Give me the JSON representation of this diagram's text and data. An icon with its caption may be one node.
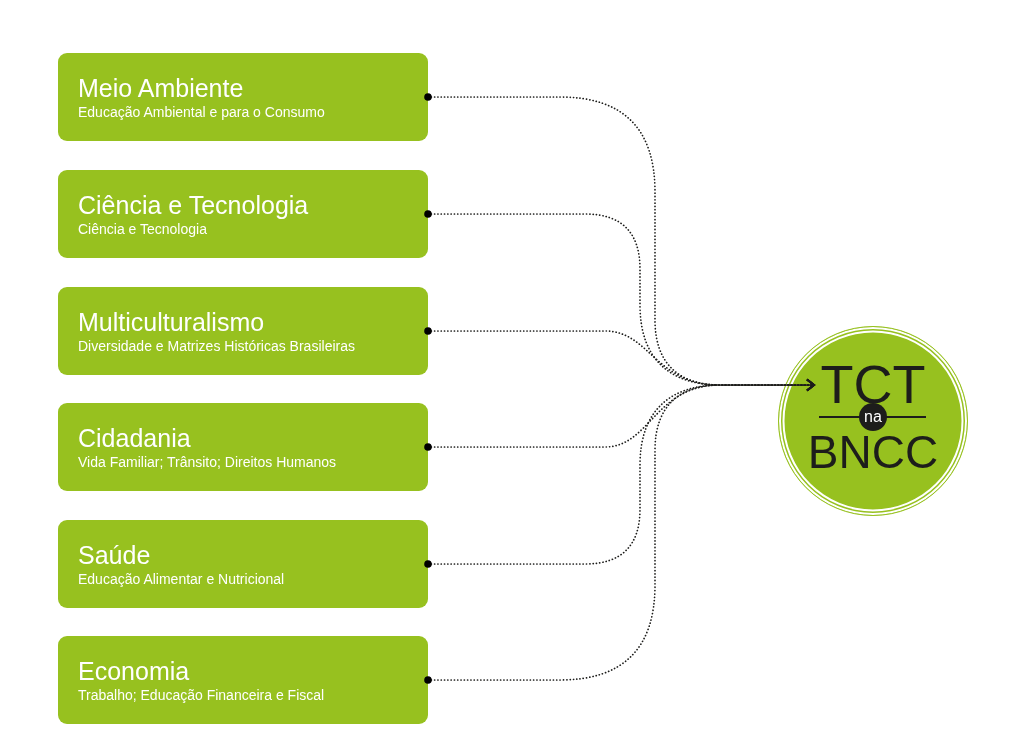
{
  "diagram": {
    "nodes": [
      {
        "text": [
          "Meio Ambiente",
          "Educação Ambiental e para o Consumo"
        ]
      },
      {
        "text": [
          "Ciência e Tecnologia",
          "Ciência e Tecnologia"
        ]
      },
      {
        "text": [
          "Multiculturalismo",
          "Diversidade e Matrizes Históricas Brasileiras"
        ]
      },
      {
        "text": [
          "Cidadania",
          "Vida Familiar; Trânsito; Direitos Humanos"
        ]
      },
      {
        "text": [
          "Saúde",
          "Educação Alimentar e Nutricional"
        ]
      },
      {
        "text": [
          "Economia",
          "Trabalho; Educação Financeira e Fiscal"
        ]
      },
      {
        "text": [
          "TCT",
          "BNCC"
        ]
      },
      {
        "text": [
          "na"
        ],
        "in": 6
      }
    ],
    "edges": [
      {
        "from": 0,
        "to": 6,
        "arrow": "to",
        "style": "dashed"
      },
      {
        "from": 1,
        "to": 6,
        "arrow": "to",
        "style": "dashed"
      },
      {
        "from": 2,
        "to": 6,
        "arrow": "to",
        "style": "dashed"
      },
      {
        "from": 3,
        "to": 6,
        "arrow": "to",
        "style": "dashed"
      },
      {
        "from": 4,
        "to": 6,
        "arrow": "to",
        "style": "dashed"
      },
      {
        "from": 5,
        "to": 6,
        "arrow": "to",
        "style": "dashed"
      }
    ]
  }
}
